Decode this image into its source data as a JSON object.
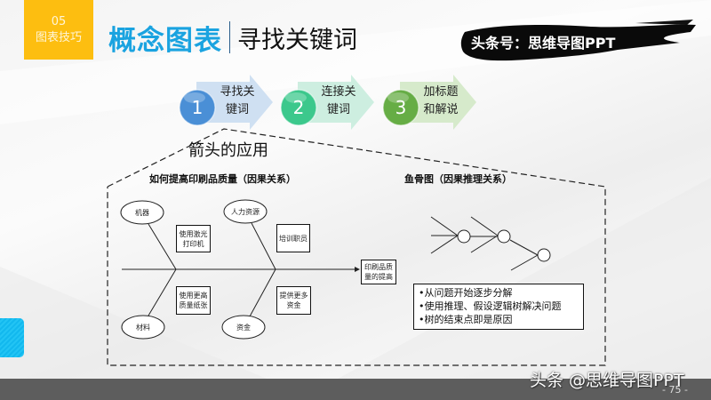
{
  "header": {
    "section_number": "05",
    "section_label": "图表技巧",
    "title_main": "概念图表",
    "title_sub": "寻找关键词",
    "brand": "头条号：思维导图PPT"
  },
  "steps": [
    {
      "number": "1",
      "line1": "寻找关",
      "line2": "键词",
      "circle_color": "#4a8fd6",
      "arrow_color": "#cfe0f2"
    },
    {
      "number": "2",
      "line1": "连接关",
      "line2": "键词",
      "circle_color": "#3cc88c",
      "arrow_color": "#cdeee0"
    },
    {
      "number": "3",
      "line1": "加标题",
      "line2": "和解说",
      "circle_color": "#66ad45",
      "arrow_color": "#d6eacb"
    }
  ],
  "section_heading": "箭头的应用",
  "fishbone": {
    "title": "如何提高印刷品质量（因果关系）",
    "categories": {
      "machine": "机器",
      "people": "人力资源",
      "material": "材料",
      "funds": "资金"
    },
    "causes": {
      "machine": [
        "使用激光",
        "打印机"
      ],
      "people": [
        "培训职员"
      ],
      "material": [
        "使用更高",
        "质量纸张"
      ],
      "funds": [
        "提供更多",
        "资金"
      ]
    },
    "effect": [
      "印刷品质",
      "量的提高"
    ]
  },
  "fish_tree": {
    "title": "鱼骨图（因果推理关系）",
    "notes": [
      "从问题开始逐步分解",
      "使用推理、假设逻辑树解决问题",
      "树的结束点即是原因"
    ]
  },
  "footer": {
    "watermark": "头条 @思维导图PPT",
    "page": "- 75 -"
  },
  "colors": {
    "accent_blue": "#1aa3e0",
    "badge_yellow": "#fdbe10",
    "footer_gray": "#5d5d5d"
  }
}
